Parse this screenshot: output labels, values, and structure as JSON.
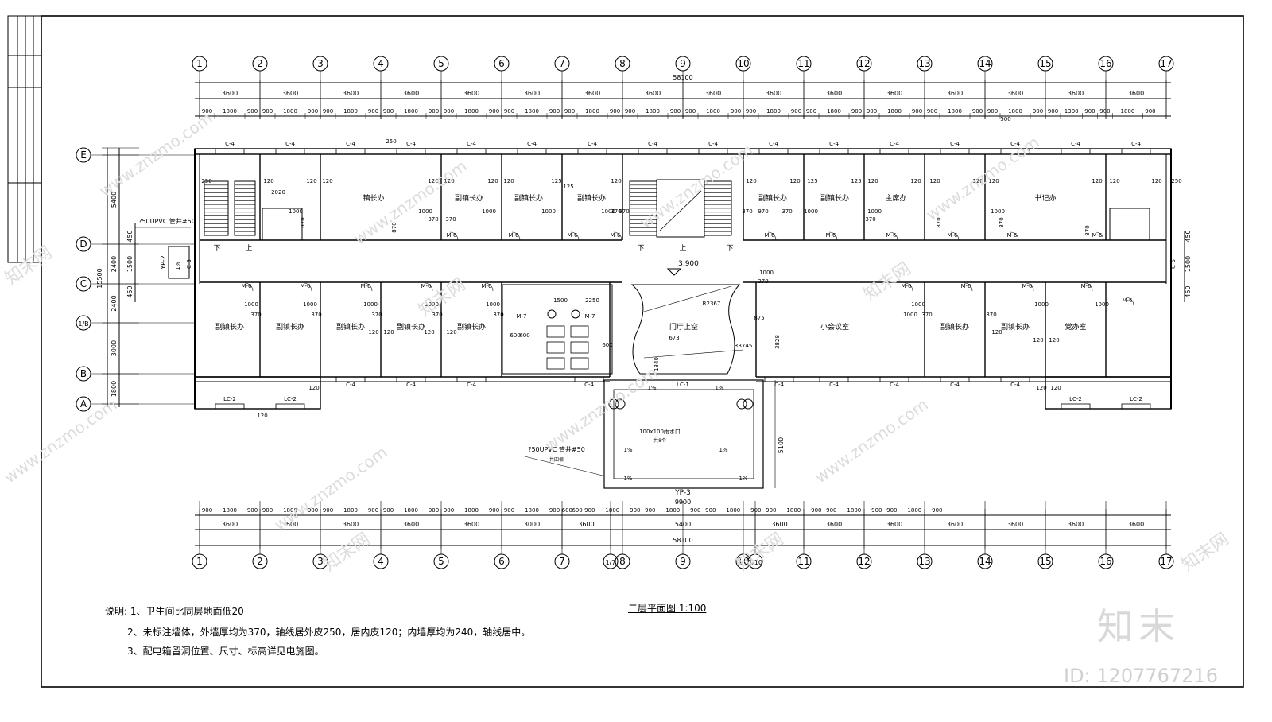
{
  "grid_h_labels": [
    "1",
    "2",
    "3",
    "4",
    "5",
    "6",
    "7",
    "8",
    "9",
    "10",
    "11",
    "12",
    "13",
    "14",
    "15",
    "16",
    "17"
  ],
  "grid_h_bottom_labels": [
    "1",
    "2",
    "3",
    "4",
    "5",
    "6",
    "7",
    "1/7",
    "8",
    "9",
    "10",
    "1/10",
    "11",
    "12",
    "13",
    "14",
    "15",
    "16",
    "17"
  ],
  "grid_v_labels": [
    "E",
    "D",
    "C",
    "1/B",
    "B",
    "A"
  ],
  "dims": {
    "total": "58100",
    "top_bays": [
      "3600",
      "3600",
      "3600",
      "3600",
      "3600",
      "3600",
      "3600",
      "3600",
      "3600",
      "3600",
      "3600",
      "3600",
      "3600",
      "3600",
      "3600",
      "3600"
    ],
    "top_sub": [
      "900",
      "1800",
      "900",
      "900",
      "1800",
      "900",
      "900",
      "1800",
      "900",
      "900",
      "1800",
      "900",
      "900",
      "1800",
      "900",
      "900",
      "1800",
      "900",
      "900",
      "1800",
      "900",
      "900",
      "1800",
      "900",
      "900",
      "1800",
      "900",
      "900",
      "1800",
      "900",
      "900",
      "1800",
      "900",
      "900",
      "1800",
      "900",
      "900",
      "1800",
      "900",
      "900",
      "1800",
      "900",
      "900",
      "1300",
      "900",
      "900",
      "1800",
      "900"
    ],
    "top_500": "500",
    "bottom_bays": [
      "3600",
      "3600",
      "3600",
      "3600",
      "3600",
      "3000",
      "3600",
      "5400",
      "3600",
      "3600",
      "3600",
      "3600",
      "3600",
      "3600",
      "3600"
    ],
    "bottom_sub": [
      "900",
      "1800",
      "900",
      "900",
      "1800",
      "900",
      "900",
      "1800",
      "900",
      "900",
      "1800",
      "900",
      "900",
      "1800",
      "900",
      "900",
      "1800",
      "900",
      "600",
      "600",
      "900",
      "1800",
      "900",
      "900",
      "1800",
      "900",
      "900",
      "1800",
      "900",
      "900",
      "1800",
      "900",
      "900",
      "1800",
      "900",
      "900",
      "1800",
      "900"
    ],
    "bottom_mid": "9900",
    "left_total": "15500",
    "left_parts": [
      "5400",
      "2400",
      "2400",
      "3000",
      "1800"
    ],
    "left_small": [
      "450",
      "1500",
      "450"
    ],
    "right_small": [
      "450",
      "1500",
      "450"
    ],
    "porch_depth": "5100"
  },
  "rooms_north": [
    "镇长办",
    "副镇长办",
    "副镇长办",
    "副镇长办",
    "副镇长办",
    "副镇长办",
    "主席办",
    "书记办"
  ],
  "rooms_south": [
    "副镇长办",
    "副镇长办",
    "副镇长办",
    "副镇长办",
    "副镇长办",
    "门厅上空",
    "小会议室",
    "副镇长办",
    "副镇长办",
    "党办室"
  ],
  "labels": {
    "window_c4": "C-4",
    "window_c5": "C-5",
    "window_lc1": "LC-1",
    "window_lc2": "LC-2",
    "door_m6": "M-6",
    "door_m7": "M-7",
    "down": "下",
    "up": "上",
    "elevation": "3.900",
    "slope": "1%",
    "yp2": "YP-2",
    "yp3": "YP-3",
    "drain1": "?50UPVC 管井#50",
    "drain2": "?50UPVC 管井#50",
    "drain2_sub": "共四根",
    "outlet": "100x100雨水口",
    "outlet_sub": "共8个",
    "r1": "R2367",
    "r2": "R3745",
    "d1500": "1500",
    "d2250": "2250",
    "d2020": "2020",
    "d120": "120",
    "d250": "250",
    "d370": "370",
    "d1000": "1000",
    "d870": "870",
    "d125": "125",
    "d600": "600",
    "d1340": "1340",
    "d3828": "3828",
    "d673": "673",
    "d875": "875",
    "d970": "970"
  },
  "title": "二层平面图 1:100",
  "notes": {
    "head": "说明:",
    "n1": "1、卫生间比同层地面低20",
    "n2": "2、未标注墙体，外墙厚均为370，轴线居外皮250，居内皮120；内墙厚均为240，轴线居中。",
    "n3": "3、配电箱留洞位置、尺寸、标高详见电施图。"
  },
  "watermark": {
    "logo": "知末",
    "id": "ID: 1207767216",
    "site": "www.znzmo.com",
    "site_cn": "知末网"
  }
}
